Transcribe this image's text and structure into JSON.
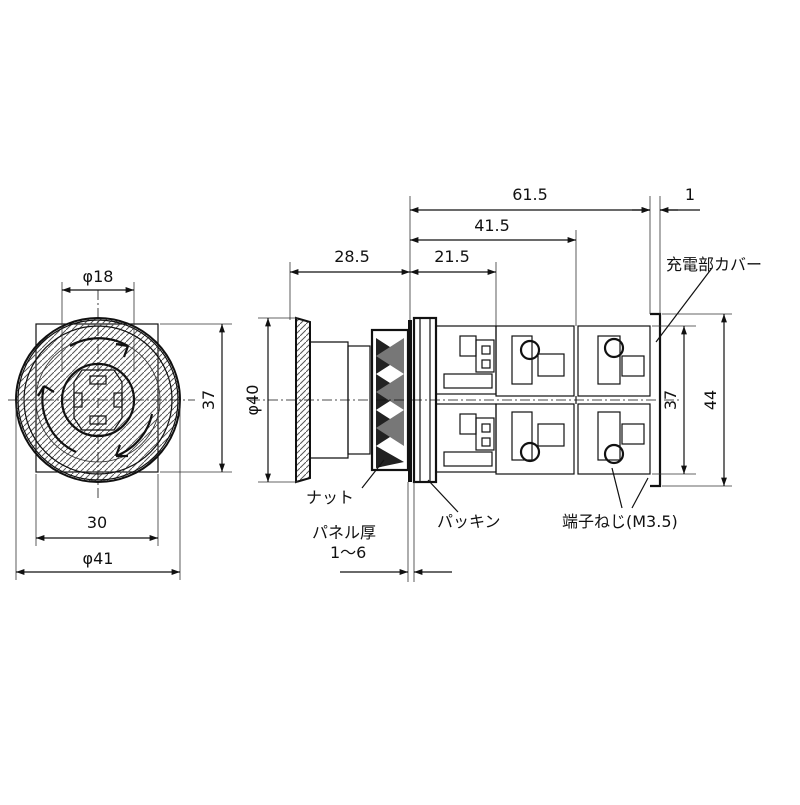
{
  "front_view": {
    "dim_inner_diameter": "φ18",
    "dim_height": "37",
    "dim_base_width": "30",
    "dim_outer_diameter": "φ41"
  },
  "side_view": {
    "dim_total_length": "61.5",
    "dim_cover_offset": "1",
    "dim_body_length": "41.5",
    "dim_head_length": "28.5",
    "dim_mount_length": "21.5",
    "dim_head_diameter": "φ40",
    "dim_body_height": "37",
    "dim_overall_height": "44"
  },
  "labels": {
    "cover": "充電部カバー",
    "nut": "ナット",
    "panel_thickness": "パネル厚",
    "panel_thickness_range": "1〜6",
    "packing": "パッキン",
    "terminal_screw": "端子ねじ(M3.5)"
  }
}
